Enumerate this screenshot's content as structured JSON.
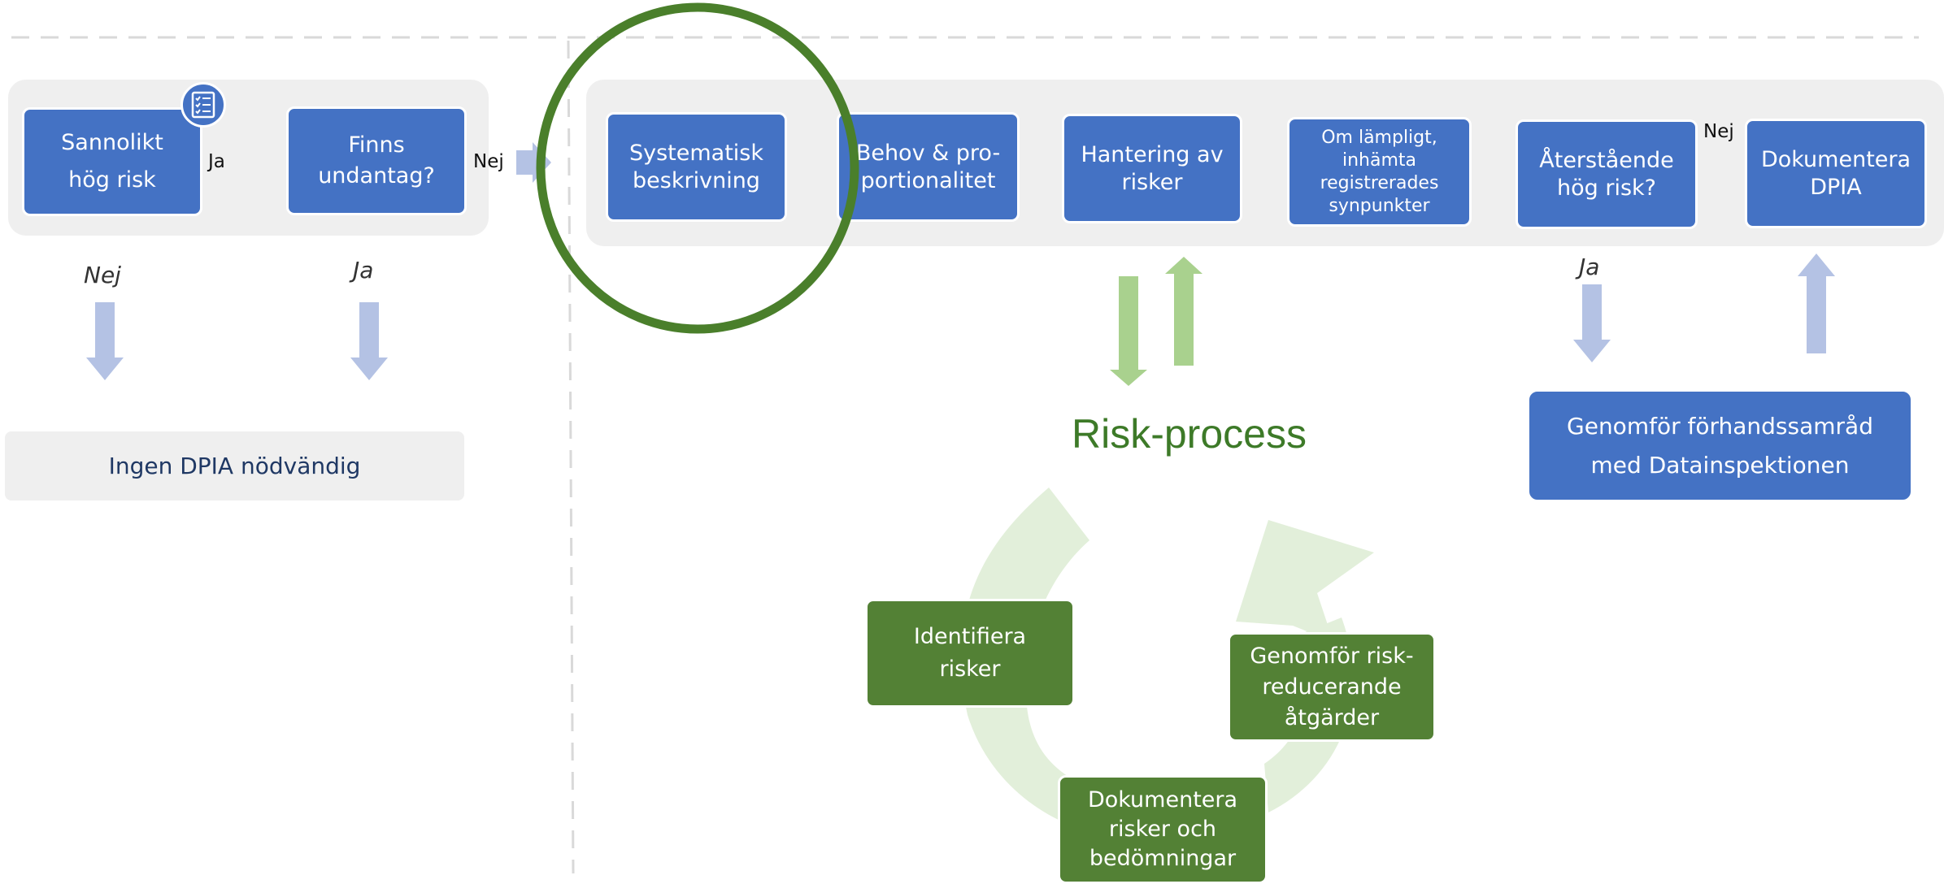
{
  "colors": {
    "box_blue": "#4472c4",
    "box_green": "#538135",
    "arrow_light_blue": "#b4c2e4",
    "arrow_light_green": "#a9d18e",
    "cycle_green": "#e2efda",
    "highlight_ring": "#4a7f2b",
    "panel_gray": "#efefef",
    "outcome_text": "#1f3864"
  },
  "screening": {
    "box_high_risk": "Sannolikt\nhög risk",
    "box_exemption": "Finns\nundantag?",
    "label_yes": "Ja",
    "label_no": "Nej",
    "checklist_icon": "checklist-icon",
    "branch_no_label": "Nej",
    "branch_yes_label": "Ja",
    "outcome_no_dpia": "Ingen DPIA nödvändig"
  },
  "dpia_flow": {
    "steps": [
      "Systematisk\nbeskrivning",
      "Behov & pro-\nportionalitet",
      "Hantering av\nrisker",
      "Om lämpligt,\ninhämta\nregistrerades\nsynpunkter",
      "Återstående\nhög risk?",
      "Dokumentera\nDPIA"
    ],
    "label_no": "Nej",
    "label_yes": "Ja",
    "consultation": "Genomför förhandssamråd\nmed Datainspektionen"
  },
  "risk_process": {
    "title": "Risk-process",
    "steps": [
      "Identifiera\nrisker",
      "Genomför risk-\nreducerande\nåtgärder",
      "Dokumentera\nrisker och\nbedömningar"
    ]
  }
}
